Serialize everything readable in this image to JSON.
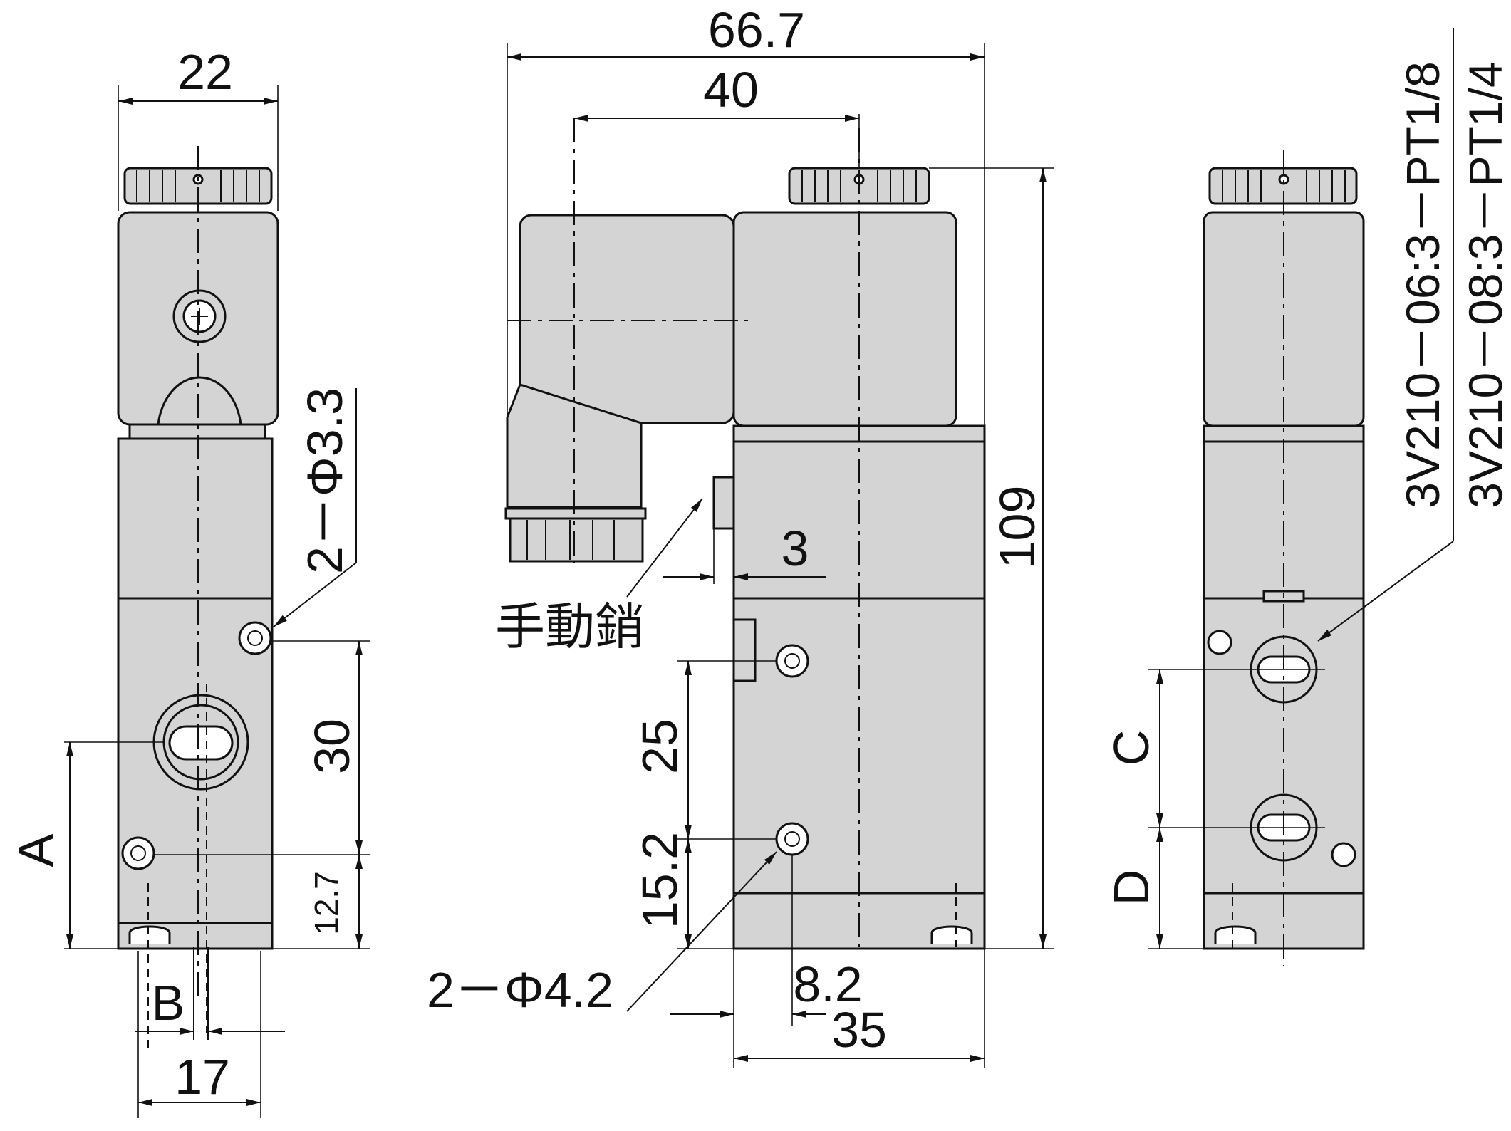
{
  "dimensions": {
    "overall_length": "66.7",
    "coil_offset": "40",
    "overall_height": "109",
    "side_width": "22",
    "side_base_width": "17",
    "mounting_pitch": "30",
    "mount_hole_height": "12.7",
    "mounting_hole_small": "2－Φ3.3",
    "mounting_hole_large": "2－Φ4.2",
    "manual_pin_offset": "3",
    "front_hole_pitch": "25",
    "front_hole_height": "15.2",
    "front_hole_offset": "8.2",
    "body_width": "35",
    "label_a": "A",
    "label_b": "B",
    "label_c": "C",
    "label_d": "D"
  },
  "callouts": {
    "manual_override": "手動銷"
  },
  "port_specs": [
    "3V210－06:3－PT1/8",
    "3V210－08:3－PT1/4"
  ]
}
